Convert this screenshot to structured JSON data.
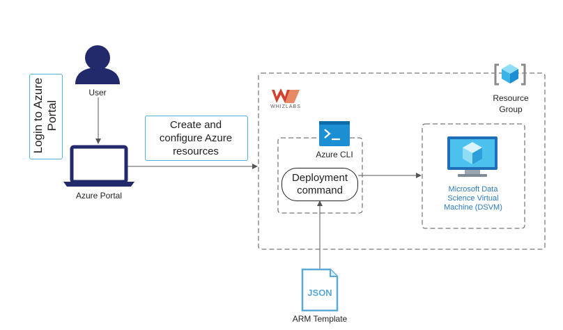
{
  "brand": {
    "name": "WHIZLABS",
    "color": "#c0392b"
  },
  "nodes": {
    "user": {
      "label": "User",
      "icon": "user-icon",
      "color": "#232a6b"
    },
    "portal": {
      "label": "Azure Portal",
      "icon": "laptop-icon",
      "color": "#232a6b"
    },
    "login_note": {
      "label": "Login to Azure Portal",
      "line1": "Login to Azure",
      "line2": "Portal"
    },
    "create_note": {
      "line1": "Create and",
      "line2": "configure Azure",
      "line3": "resources"
    },
    "cli": {
      "label": "Azure CLI",
      "icon": "terminal-icon",
      "color": "#1b8fd1"
    },
    "deploy": {
      "line1": "Deployment",
      "line2": "command"
    },
    "resource_group": {
      "line1": "Resource",
      "line2": "Group",
      "icon": "resource-group-icon"
    },
    "dsvm": {
      "line1": "Microsoft Data",
      "line2": "Science Virtual",
      "line3": "Machine (DSVM)",
      "icon": "monitor-cube-icon"
    },
    "arm": {
      "label": "ARM Template",
      "file_text": "JSON",
      "icon": "json-file-icon"
    }
  },
  "colors": {
    "note_border": "#4fb3d9",
    "arrow": "#555555",
    "dash": "#555555",
    "accent_blue": "#2b7bbf"
  }
}
